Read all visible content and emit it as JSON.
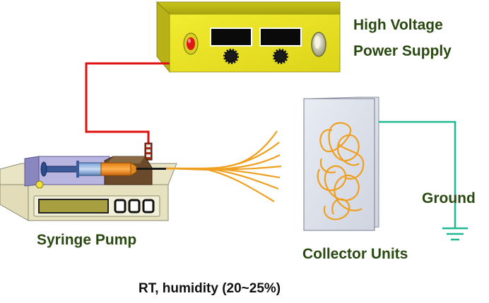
{
  "labels": {
    "power_supply_line1": "High Voltage",
    "power_supply_line2": "Power Supply",
    "syringe_pump": "Syringe Pump",
    "collector": "Collector Units",
    "ground": "Ground",
    "conditions": "RT, humidity (20~25%)"
  },
  "colors": {
    "label_text": "#2a4a12",
    "power_supply_body": "#e8e020",
    "hv_wire": "#e01010",
    "ground_wire": "#20b890",
    "fiber": "#f0a020",
    "collector_plate": "#dfe3ee",
    "pump_body": "#e6e1bf",
    "pump_display": "#a8a040"
  }
}
